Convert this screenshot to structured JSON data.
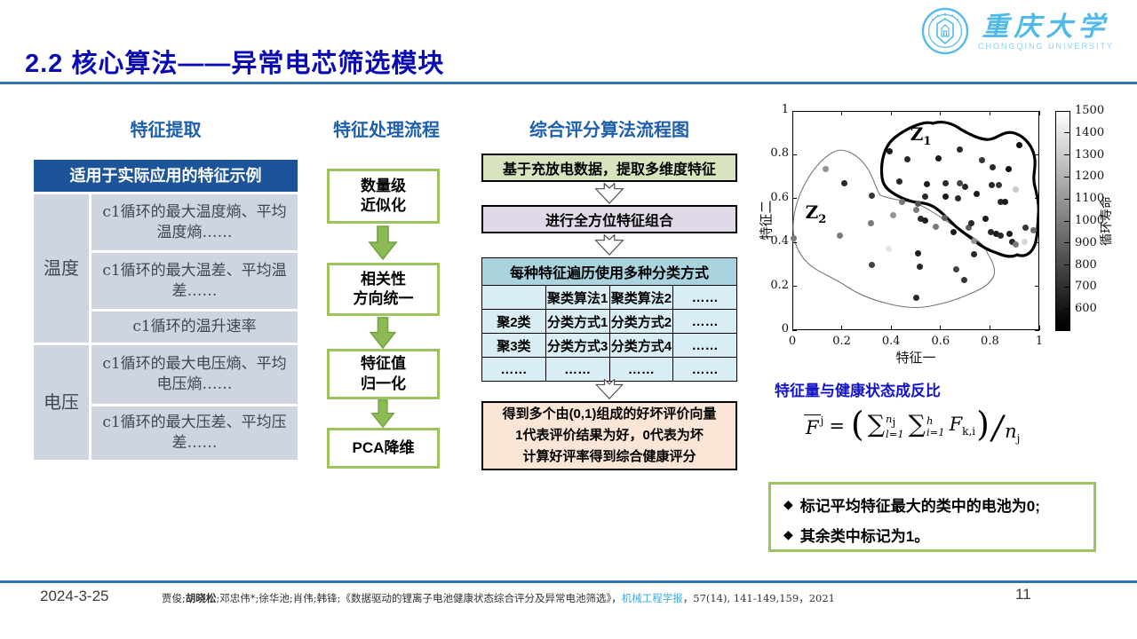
{
  "slide": {
    "title": "2.2 核心算法——异常电芯筛选模块",
    "date": "2024-3-25",
    "page_number": "11",
    "accent_blue": "#2e74b5",
    "logo": {
      "name_cn": "重庆大学",
      "name_en": "CHONGQING UNIVERSITY"
    }
  },
  "citation": {
    "p1": "贾俊;",
    "author_bold": "胡晓松",
    "p2": ";邓忠伟*;徐华池;肖伟;韩锋;《数据驱动的锂离子电池健康状态综合评分及异常电池筛选》，",
    "journal": "机械工程学报",
    "p3": "，57(14), 141-149,159，2021"
  },
  "feature_extraction": {
    "title": "特征提取",
    "header": "适用于实际应用的特征示例",
    "groups": [
      {
        "label": "温度",
        "rows": [
          "c1循环的最大温度熵、平均温度熵……",
          "c1循环的最大温差、平均温差……",
          "c1循环的温升速率"
        ]
      },
      {
        "label": "电压",
        "rows": [
          "c1循环的最大电压熵、平均电压熵……",
          "c1循环的最大压差、平均压差……"
        ]
      }
    ]
  },
  "processing_flow": {
    "title": "特征处理流程",
    "steps": [
      {
        "lines": [
          "数量级",
          "近似化"
        ]
      },
      {
        "lines": [
          "相关性",
          "方向统一"
        ]
      },
      {
        "lines": [
          "特征值",
          "归一化"
        ]
      },
      {
        "lines": [
          "PCA降维"
        ]
      }
    ]
  },
  "scoring_flow": {
    "title": "综合评分算法流程图",
    "step1": "基于充放电数据，提取多维度特征",
    "step2": "进行全方位特征组合",
    "matrix": {
      "header": "每种特征遍历使用多种分类方式",
      "rows": [
        [
          "",
          "聚类算法1",
          "聚类算法2",
          "……"
        ],
        [
          "聚2类",
          "分类方式1",
          "分类方式2",
          "……"
        ],
        [
          "聚3类",
          "分类方式3",
          "分类方式4",
          "……"
        ],
        [
          "……",
          "……",
          "……",
          "……"
        ]
      ]
    },
    "result_lines": [
      "得到多个由(0,1)组成的好坏评价向量",
      "1代表评价结果为好，0代表为坏",
      "计算好评率得到综合健康评分"
    ]
  },
  "analysis": {
    "heading": "特征量与健康状态成反比",
    "formula": {
      "lhs_base": "F",
      "lhs_sub": "j",
      "equals": "=",
      "lparen": "(",
      "sum1": "∑",
      "sum1_sup_base": "n",
      "sum1_sup_sub": "j",
      "sum1_sub": "l=1",
      "sum2": "∑",
      "sum2_sup": "h",
      "sum2_sub": "i=1",
      "term_base": "F",
      "term_sub": "k,i",
      "rparen": ")",
      "slash": "/",
      "den_base": "n",
      "den_sub": "j"
    },
    "notes": [
      {
        "bullet": "◆",
        "text": "标记平均特征最大的类中的电池为0;"
      },
      {
        "bullet": "◆",
        "text": "其余类中标记为1。"
      }
    ]
  },
  "chart_data": {
    "type": "scatter",
    "xlabel": "特征一",
    "ylabel": "特征二",
    "xlim": [
      0,
      1
    ],
    "ylim": [
      0,
      1
    ],
    "xticks": [
      "0",
      "0.2",
      "0.4",
      "0.6",
      "0.8",
      "1"
    ],
    "yticks": [
      "0",
      "0.2",
      "0.4",
      "0.6",
      "0.8",
      "1"
    ],
    "colorbar": {
      "label": "循环寿命",
      "min": 600,
      "max": 1500,
      "ticks": [
        "1500",
        "1400",
        "1300",
        "1200",
        "1100",
        "1000",
        "900",
        "800",
        "700",
        "600"
      ]
    },
    "clusters": [
      {
        "base": "Z",
        "sub": "1",
        "x": 0.52,
        "y": 0.885
      },
      {
        "base": "Z",
        "sub": "2",
        "x": 0.095,
        "y": 0.53
      }
    ],
    "points": [
      {
        "x": 0.395,
        "y": 0.815,
        "life": 650
      },
      {
        "x": 0.465,
        "y": 0.781,
        "life": 700
      },
      {
        "x": 0.593,
        "y": 0.784,
        "life": 650
      },
      {
        "x": 0.677,
        "y": 0.824,
        "life": 700
      },
      {
        "x": 0.769,
        "y": 0.777,
        "life": 750
      },
      {
        "x": 0.812,
        "y": 0.741,
        "life": 700
      },
      {
        "x": 0.877,
        "y": 0.734,
        "life": 600
      },
      {
        "x": 0.918,
        "y": 0.845,
        "life": 600
      },
      {
        "x": 0.134,
        "y": 0.736,
        "life": 1100
      },
      {
        "x": 0.212,
        "y": 0.669,
        "life": 700
      },
      {
        "x": 0.323,
        "y": 0.615,
        "life": 750
      },
      {
        "x": 0.435,
        "y": 0.677,
        "life": 700
      },
      {
        "x": 0.545,
        "y": 0.665,
        "life": 650
      },
      {
        "x": 0.619,
        "y": 0.672,
        "life": 700
      },
      {
        "x": 0.679,
        "y": 0.669,
        "life": 800
      },
      {
        "x": 0.7,
        "y": 0.652,
        "life": 700
      },
      {
        "x": 0.746,
        "y": 0.622,
        "life": 650
      },
      {
        "x": 0.808,
        "y": 0.66,
        "life": 700
      },
      {
        "x": 0.838,
        "y": 0.66,
        "life": 750
      },
      {
        "x": 0.906,
        "y": 0.642,
        "life": 1300
      },
      {
        "x": 0.844,
        "y": 0.585,
        "life": 700
      },
      {
        "x": 0.862,
        "y": 0.583,
        "life": 650
      },
      {
        "x": 0.443,
        "y": 0.585,
        "life": 1000
      },
      {
        "x": 0.509,
        "y": 0.578,
        "life": 850
      },
      {
        "x": 0.5,
        "y": 0.547,
        "life": 1000
      },
      {
        "x": 0.539,
        "y": 0.611,
        "life": 700
      },
      {
        "x": 0.62,
        "y": 0.611,
        "life": 650
      },
      {
        "x": 0.671,
        "y": 0.601,
        "life": 700
      },
      {
        "x": 0.408,
        "y": 0.523,
        "life": 1100
      },
      {
        "x": 0.317,
        "y": 0.486,
        "life": 1000
      },
      {
        "x": 0.521,
        "y": 0.507,
        "life": 700
      },
      {
        "x": 0.539,
        "y": 0.498,
        "life": 650
      },
      {
        "x": 0.581,
        "y": 0.473,
        "life": 1000
      },
      {
        "x": 0.617,
        "y": 0.511,
        "life": 900
      },
      {
        "x": 0.653,
        "y": 0.446,
        "life": 650
      },
      {
        "x": 0.713,
        "y": 0.466,
        "life": 900
      },
      {
        "x": 0.724,
        "y": 0.486,
        "life": 700
      },
      {
        "x": 0.736,
        "y": 0.408,
        "life": 1100
      },
      {
        "x": 0.784,
        "y": 0.507,
        "life": 650
      },
      {
        "x": 0.805,
        "y": 0.446,
        "life": 700
      },
      {
        "x": 0.826,
        "y": 0.439,
        "life": 650
      },
      {
        "x": 0.844,
        "y": 0.43,
        "life": 700
      },
      {
        "x": 0.88,
        "y": 0.439,
        "life": 650
      },
      {
        "x": 0.89,
        "y": 0.403,
        "life": 700
      },
      {
        "x": 0.906,
        "y": 0.389,
        "life": 1000
      },
      {
        "x": 0.94,
        "y": 0.403,
        "life": 1350
      },
      {
        "x": 0.946,
        "y": 0.466,
        "life": 750
      },
      {
        "x": 0.976,
        "y": 0.455,
        "life": 950
      },
      {
        "x": 0.005,
        "y": 0.42,
        "life": 1000
      },
      {
        "x": 0.192,
        "y": 0.432,
        "life": 1000
      },
      {
        "x": 0.389,
        "y": 0.372,
        "life": 1400
      },
      {
        "x": 0.509,
        "y": 0.351,
        "life": 650
      },
      {
        "x": 0.323,
        "y": 0.297,
        "life": 800
      },
      {
        "x": 0.515,
        "y": 0.291,
        "life": 700
      },
      {
        "x": 0.665,
        "y": 0.277,
        "life": 800
      },
      {
        "x": 0.695,
        "y": 0.23,
        "life": 750
      },
      {
        "x": 0.503,
        "y": 0.149,
        "life": 700
      },
      {
        "x": 0.736,
        "y": 0.345,
        "life": 700
      }
    ]
  }
}
